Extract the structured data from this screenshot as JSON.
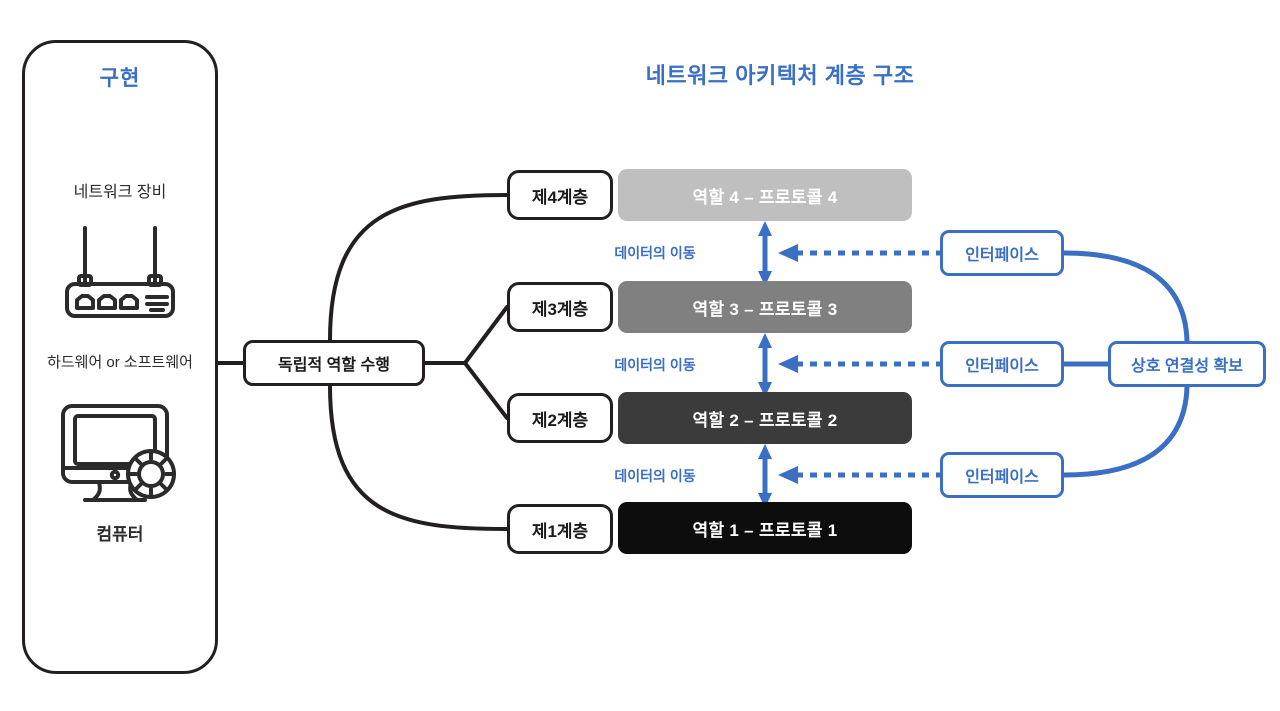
{
  "title": "네트워크 아키텍처 계층 구조",
  "colors": {
    "accent_blue": "#3a6fc4",
    "outline_dark": "#231f20",
    "layer4": "#bfbfbf",
    "layer3": "#808080",
    "layer2": "#3b3b3b",
    "layer1": "#0d0d0d",
    "background": "#ffffff"
  },
  "implementation_panel": {
    "title": "구현",
    "items": [
      {
        "label": "네트워크 장비",
        "icon": "router-icon"
      },
      {
        "label": "하드웨어 or 소프트웨어",
        "icon": "computer-gear-icon"
      }
    ],
    "caption": "컴퓨터"
  },
  "center_node": {
    "label": "독립적 역할 수행"
  },
  "layers": [
    {
      "label": "제4계층",
      "bar_text": "역할 4 – 프로토콜 4",
      "bar_color": "#bfbfbf"
    },
    {
      "label": "제3계층",
      "bar_text": "역할 3 – 프로토콜 3",
      "bar_color": "#808080"
    },
    {
      "label": "제2계층",
      "bar_text": "역할 2 –  프로토콜 2",
      "bar_color": "#3b3b3b"
    },
    {
      "label": "제1계층",
      "bar_text": "역할 1 – 프로토콜 1",
      "bar_color": "#0d0d0d"
    }
  ],
  "data_movement": [
    {
      "label": "데이터의 이동"
    },
    {
      "label": "데이터의 이동"
    },
    {
      "label": "데이터의 이동"
    }
  ],
  "interfaces": [
    {
      "label": "인터페이스"
    },
    {
      "label": "인터페이스"
    },
    {
      "label": "인터페이스"
    }
  ],
  "interconnect_node": {
    "label": "상호 연결성 확보"
  }
}
